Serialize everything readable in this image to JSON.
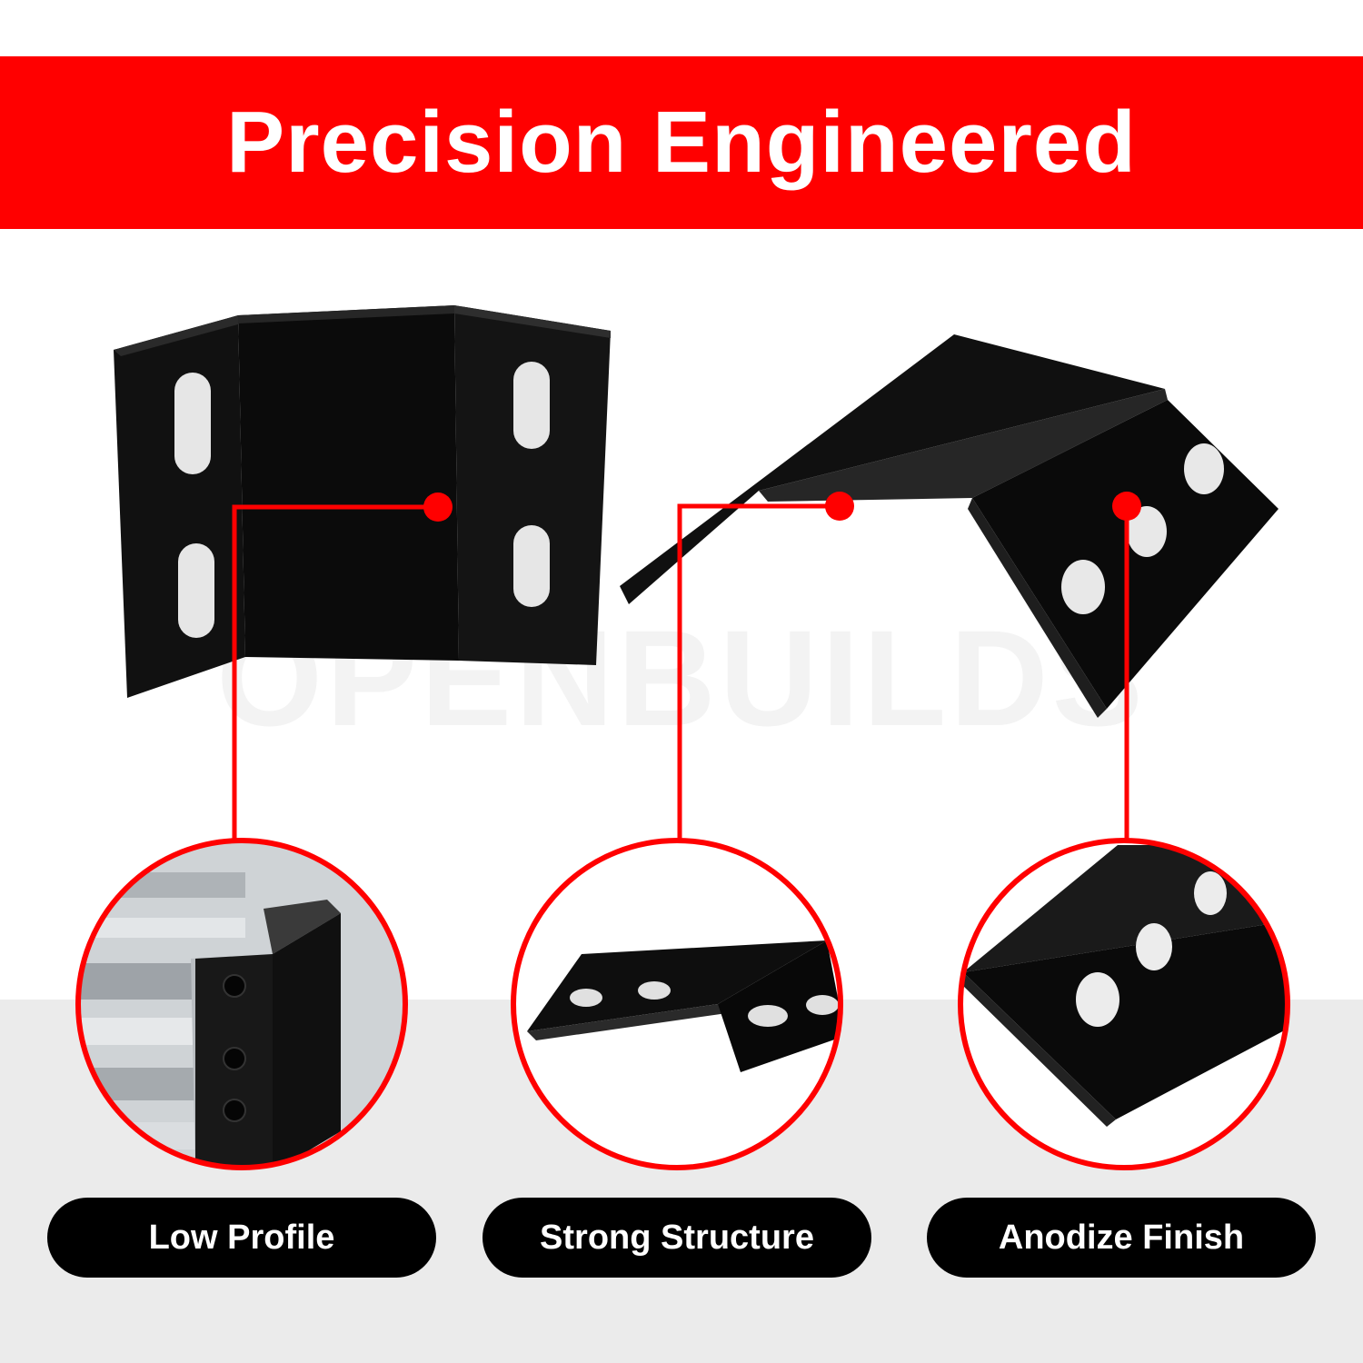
{
  "banner": {
    "title": "Precision Engineered",
    "color": "#ff0000"
  },
  "watermark": {
    "text": "OPENBUILDS"
  },
  "features": [
    {
      "label": "Low Profile"
    },
    {
      "label": "Strong Structure"
    },
    {
      "label": "Anodize Finish"
    }
  ],
  "colors": {
    "accent": "#ff0000",
    "product": "#0d0d0d",
    "pill": "#000000",
    "pill_text": "#ffffff"
  }
}
